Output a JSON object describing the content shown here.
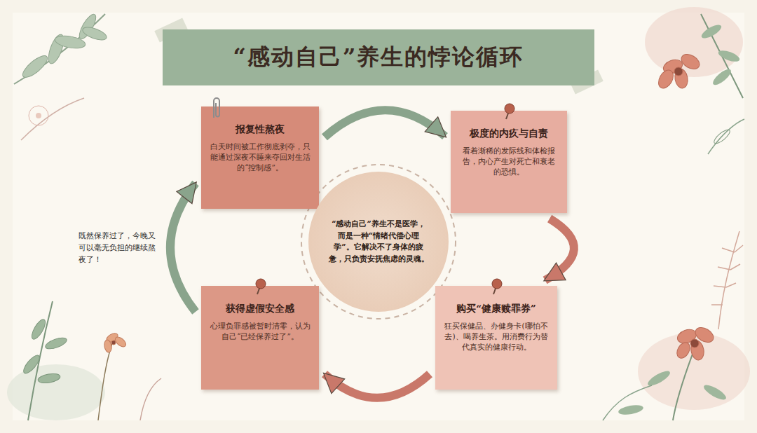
{
  "diagram": {
    "title": "“感动自己”养生的悖论循环",
    "nodes": [
      {
        "text": [
          "报复性熬夜",
          "白天时间被工作彻底剥夺，只能通过深夜不睡来夺回对生活的“控制感”。"
        ]
      },
      {
        "text": [
          "极度的内疚与自责",
          "看着渐稀的发际线和体检报告，内心产生对死亡和衰老的恐惧。"
        ]
      },
      {
        "text": [
          "购买“健康赎罪券”",
          "狂买保健品、办健身卡(哪怕不去)、喝养生茶。用消费行为替代真实的健康行动。"
        ]
      },
      {
        "text": [
          "获得虚假安全感",
          "心理负罪感被暂时清零，认为自己“已经保养过了”。"
        ]
      },
      {
        "text": [
          "“感动自己”养生不是医学，而是一种“情绪代偿心理学”。它解决不了身体的疲惫，只负责安抚焦虑的灵魂。"
        ]
      }
    ],
    "edges": [
      {
        "from": 0,
        "to": 1,
        "arrow": "to"
      },
      {
        "from": 1,
        "to": 2,
        "arrow": "to"
      },
      {
        "from": 2,
        "to": 3,
        "arrow": "to"
      },
      {
        "from": 3,
        "to": 0,
        "arrow": "to",
        "label": "既然保养过了，今晚又可以毫无负担的继续熬夜了！"
      }
    ]
  }
}
